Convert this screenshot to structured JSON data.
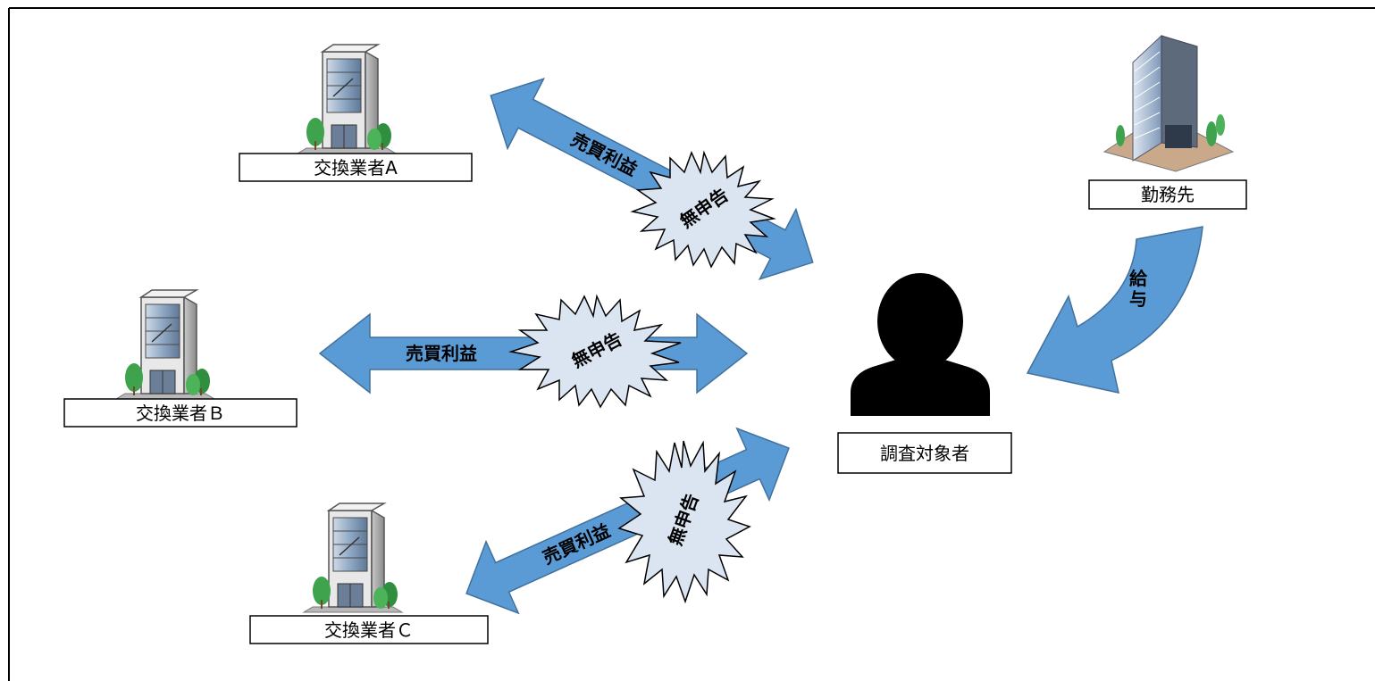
{
  "diagram": {
    "exchanges": [
      {
        "label": "交換業者A"
      },
      {
        "label": "交換業者Ｂ"
      },
      {
        "label": "交換業者Ｃ"
      }
    ],
    "employer": {
      "label": "勤務先"
    },
    "target": {
      "label": "調査対象者"
    },
    "flows": [
      {
        "profit_label": "売買利益",
        "burst_label": "無申告"
      },
      {
        "profit_label": "売買利益",
        "burst_label": "無申告"
      },
      {
        "profit_label": "売買利益",
        "burst_label": "無申告"
      }
    ],
    "salary": {
      "label_line1": "給",
      "label_line2": "与"
    }
  },
  "colors": {
    "arrow_fill": "#5b9bd5",
    "arrow_stroke": "#41719c",
    "burst_fill": "#dbe5f1",
    "burst_stroke": "#000000",
    "person": "#000000",
    "frame": "#000000"
  },
  "icons": {
    "building": "building-icon",
    "office_tower": "office-tower-icon",
    "person": "person-silhouette-icon"
  }
}
